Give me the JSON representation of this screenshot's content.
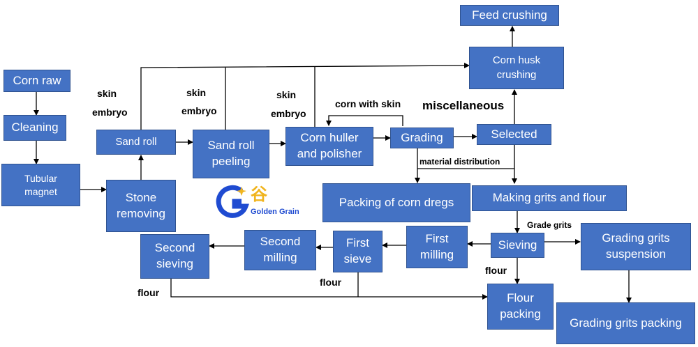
{
  "colors": {
    "box_fill": "#4472c4",
    "box_border": "#2f528f",
    "box_text": "#ffffff",
    "line": "#000000",
    "logo_blue": "#1f4bd1",
    "logo_gold": "#f0b41e"
  },
  "boxes": {
    "feed_crushing": "Feed crushing",
    "corn_husk_crushing": "Corn husk\ncrushing",
    "corn_raw": "Corn raw",
    "cleaning": "Cleaning",
    "tubular_magnet": "Tubular\nmagnet",
    "sand_roll": "Sand roll",
    "sand_roll_peeling": "Sand roll\npeeling",
    "corn_huller": "Corn huller\nand polisher",
    "grading": "Grading",
    "selected": "Selected",
    "stone_removing": "Stone\nremoving",
    "packing_dregs": "Packing of corn dregs",
    "making_grits": "Making grits and flour",
    "sieving": "Sieving",
    "first_milling": "First\nmilling",
    "first_sieve": "First\nsieve",
    "second_milling": "Second\nmilling",
    "second_sieving": "Second\nsieving",
    "grading_grits_suspension": "Grading grits\nsuspension",
    "flour_packing": "Flour\npacking",
    "grading_grits_packing": "Grading grits packing"
  },
  "labels": {
    "skin1": "skin",
    "embryo1": "embryo",
    "skin2": "skin",
    "embryo2": "embryo",
    "skin3": "skin",
    "embryo3": "embryo",
    "corn_with_skin": "corn with skin",
    "miscellaneous": "miscellaneous",
    "material_distribution": "material distribution",
    "grade_grits": "Grade grits",
    "flour1": "flour",
    "flour2": "flour",
    "flour3": "flour"
  },
  "logo": {
    "chinese": "谷",
    "name": "Golden Grain",
    "letter": "G"
  }
}
